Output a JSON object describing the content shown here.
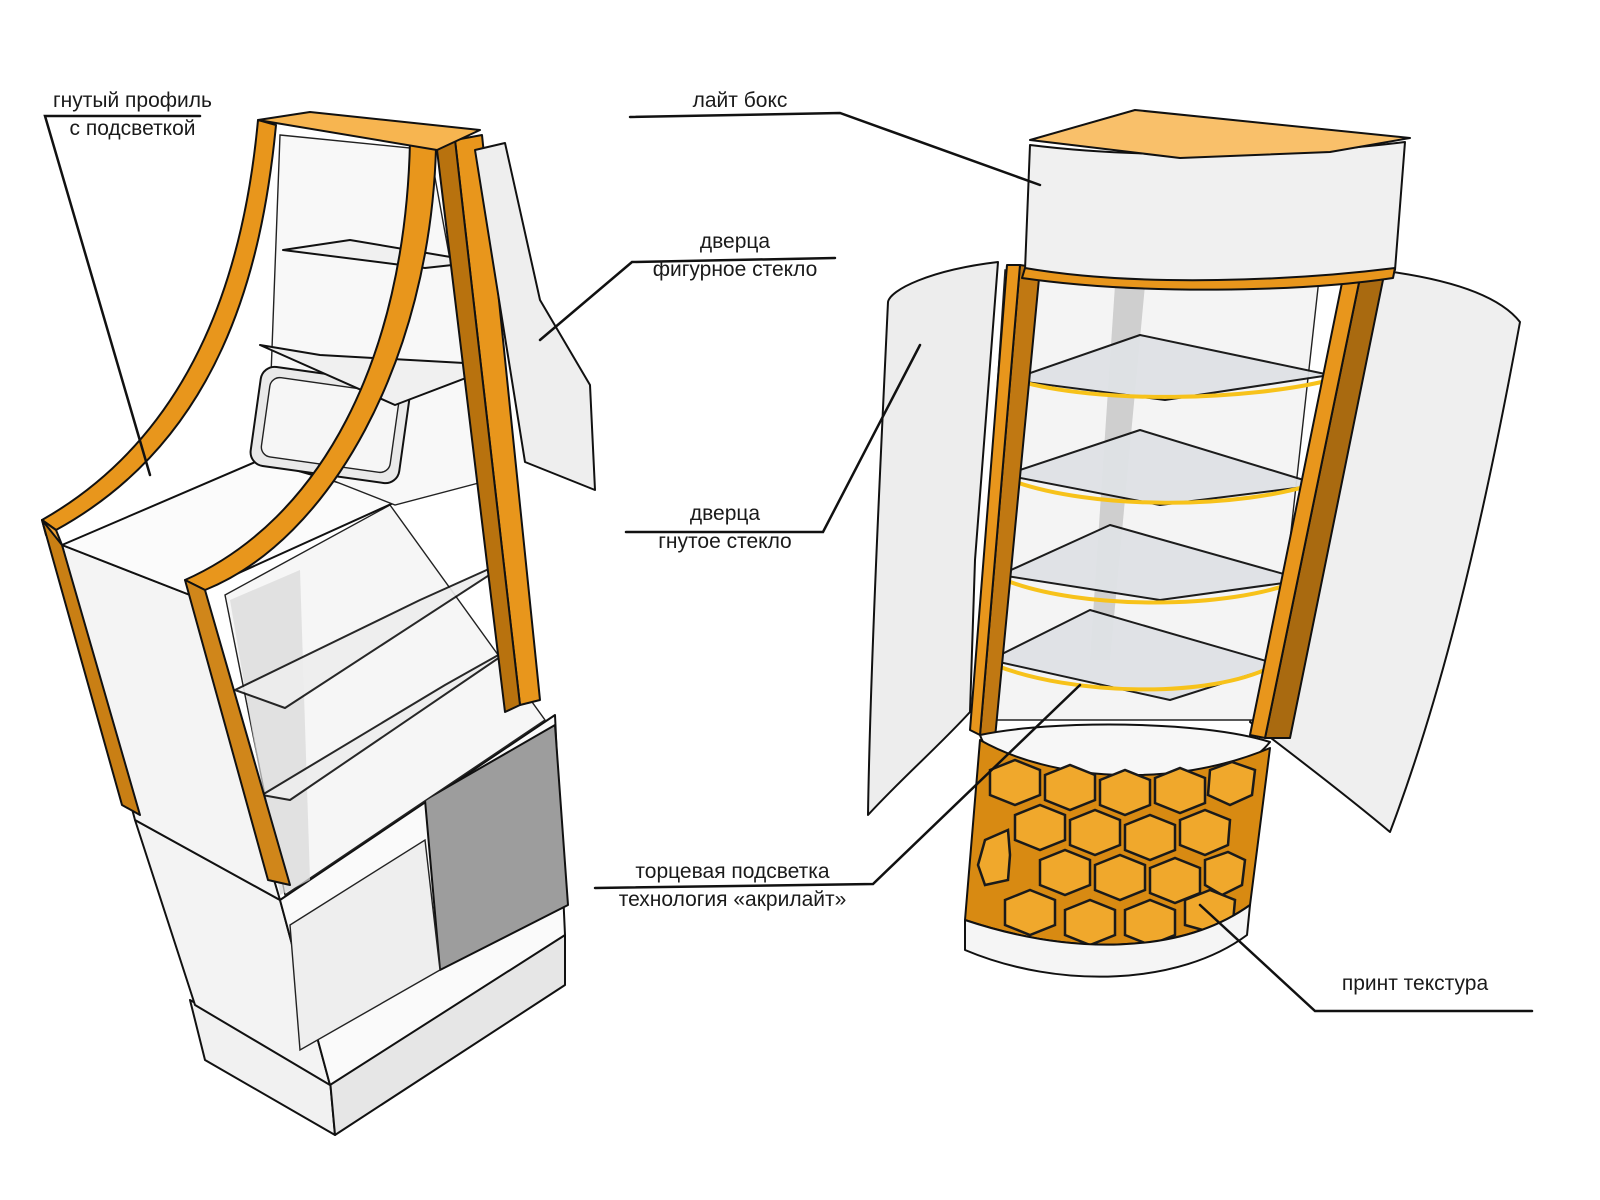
{
  "colors": {
    "frame_orange": "#e8961c",
    "frame_orange_dark": "#b8720e",
    "top_light": "#f9c06a",
    "panel_white": "#f2f2f2",
    "glass": "#e4e6ea",
    "door_grey": "#9e9e9e",
    "led_yellow": "#f7c21a",
    "hex_base": "#d88a12",
    "hex_light": "#f0a82c",
    "line": "#111111"
  },
  "labels": {
    "bent_profile": {
      "line1": "гнутый профиль",
      "line2": "с подсветкой"
    },
    "lightbox": {
      "line1": "лайт бокс"
    },
    "door_figured": {
      "line1": "дверца",
      "line2": "фигурное стекло"
    },
    "door_bent": {
      "line1": "дверца",
      "line2": "гнутое стекло"
    },
    "edge_light": {
      "line1": "торцевая подсветка",
      "line2": "технология «акрилайт»"
    },
    "print_texture": {
      "line1": "принт текстура"
    }
  }
}
